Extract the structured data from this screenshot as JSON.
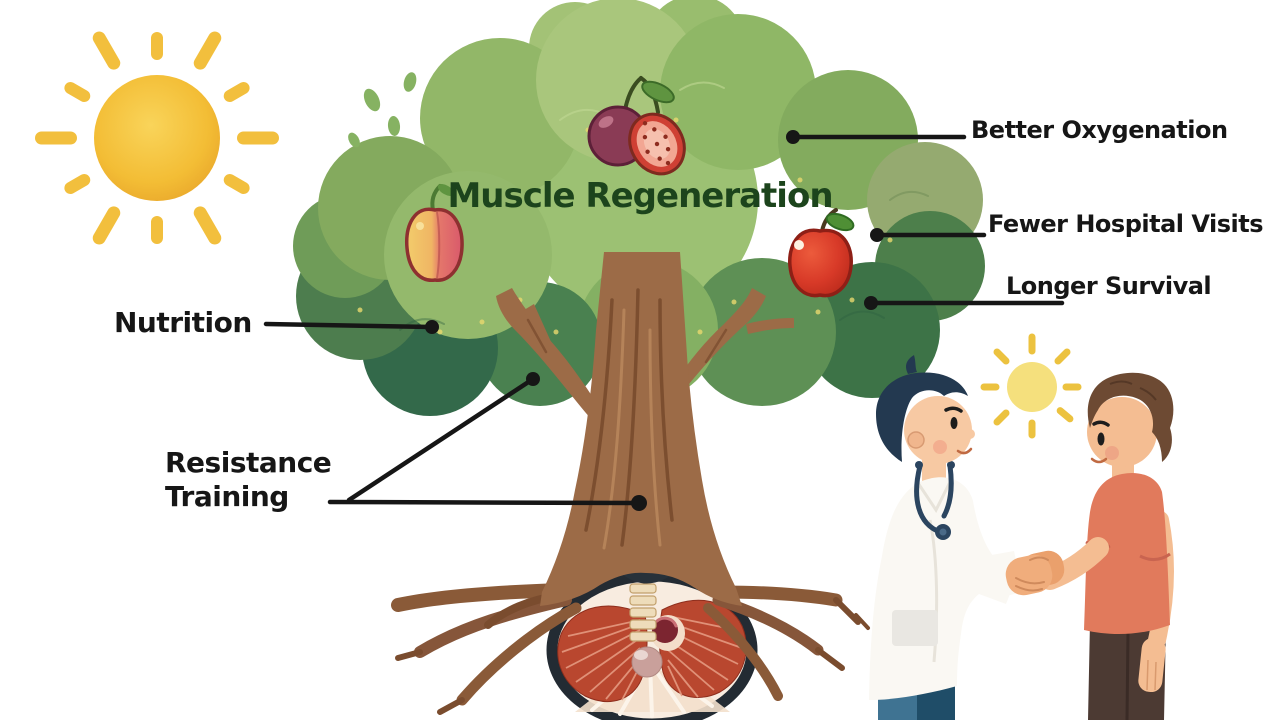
{
  "title": "Muscle Regeneration",
  "labels": {
    "nutrition": "Nutrition",
    "resistance_training": "Resistance Training",
    "better_oxygenation": "Better Oxygenation",
    "fewer_hospital_visits": "Fewer Hospital Visits",
    "longer_survival": "Longer Survival"
  },
  "scene": {
    "icons": [
      "sun-icon",
      "small-sun-icon",
      "tree-canopy",
      "tree-trunk",
      "tree-roots",
      "cherry-icon",
      "fig-slice-icon",
      "yellow-red-apple-icon",
      "red-apple-icon",
      "diaphragm-muscle-icon",
      "spine-icon",
      "doctor-figure",
      "stethoscope-icon",
      "patient-figure",
      "handshake-icon"
    ],
    "colors": {
      "background": "#ffffff",
      "title_text": "#1c441c",
      "label_text": "#161616",
      "canopy_green": "#8db167",
      "canopy_dark_green": "#33694a",
      "trunk_brown": "#9c6b47",
      "sun_yellow": "#f3c03c",
      "muscle_red": "#b9472f",
      "coat_white": "#faf8f3",
      "shirt_salmon": "#e17a5c",
      "apple_red": "#d83a28"
    }
  }
}
